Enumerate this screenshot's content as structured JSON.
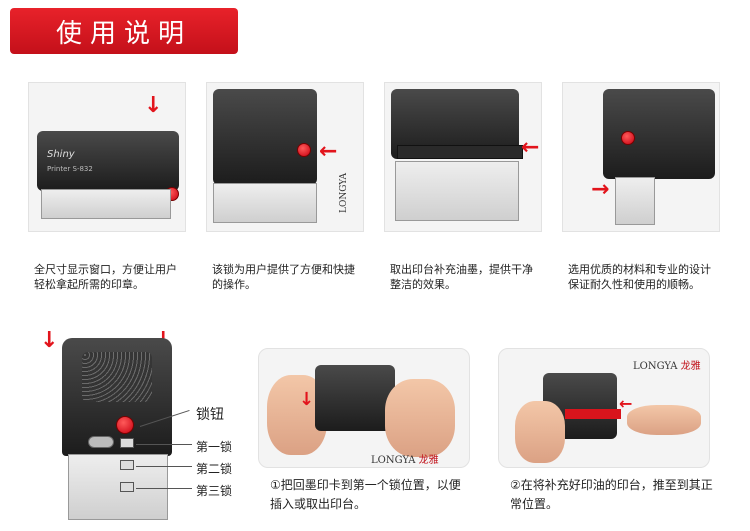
{
  "title": "使用说明",
  "panels": [
    {
      "caption": "全尺寸显示窗口，方便让用户轻松拿起所需的印章。",
      "label": "Printer S-832",
      "brand": "Shiny"
    },
    {
      "caption": "该锁为用户提供了方便和快捷的操作。",
      "label": "LONGYA"
    },
    {
      "caption": "取出印台补充油墨，提供干净整洁的效果。"
    },
    {
      "caption": "选用优质的材料和专业的设计保证耐久性和使用的顺畅。"
    }
  ],
  "diagram": {
    "lock_button": "锁钮",
    "lock1": "第一锁",
    "lock2": "第二锁",
    "lock3": "第三锁"
  },
  "steps": [
    {
      "text": "①把回墨印卡到第一个锁位置，以便插入或取出印台。",
      "brand": "LONGYA",
      "brand_cn": "龙雅"
    },
    {
      "text": "②在将补充好印油的印台，推至到其正常位置。",
      "brand": "LONGYA",
      "brand_cn": "龙雅"
    }
  ]
}
